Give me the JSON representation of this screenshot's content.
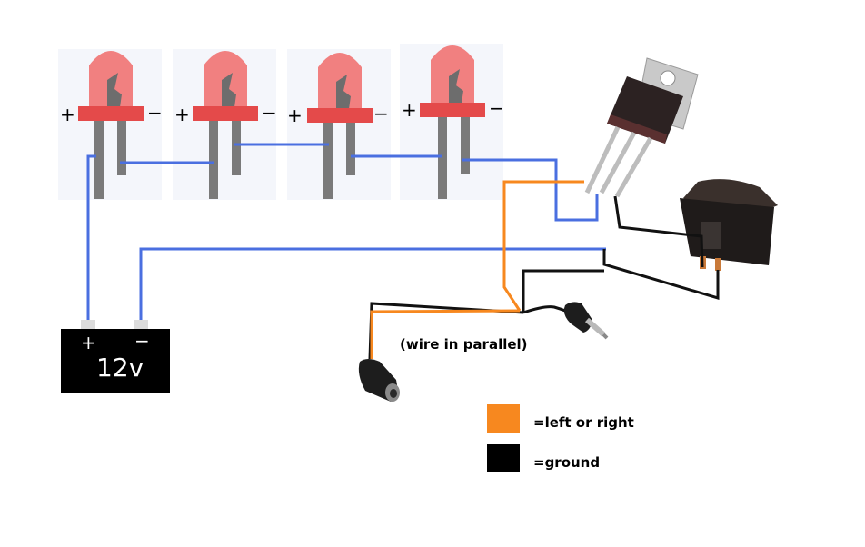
{
  "leds": [
    {
      "plus": "+",
      "minus": "−"
    },
    {
      "plus": "+",
      "minus": "−"
    },
    {
      "plus": "+",
      "minus": "−"
    },
    {
      "plus": "+",
      "minus": "−"
    }
  ],
  "battery": {
    "plus": "+",
    "minus": "−",
    "label": "12v"
  },
  "annotation": "(wire in parallel)",
  "legend": [
    {
      "color": "#f7881f",
      "label": "=left or right"
    },
    {
      "color": "#000000",
      "label": "=ground"
    }
  ],
  "colors": {
    "led_red": "#e44a4a",
    "led_body": "#f18080",
    "leg_gray": "#7a7a7a",
    "wire_blue": "#4a6fe0",
    "wire_orange": "#f7881f",
    "wire_black": "#111111"
  }
}
